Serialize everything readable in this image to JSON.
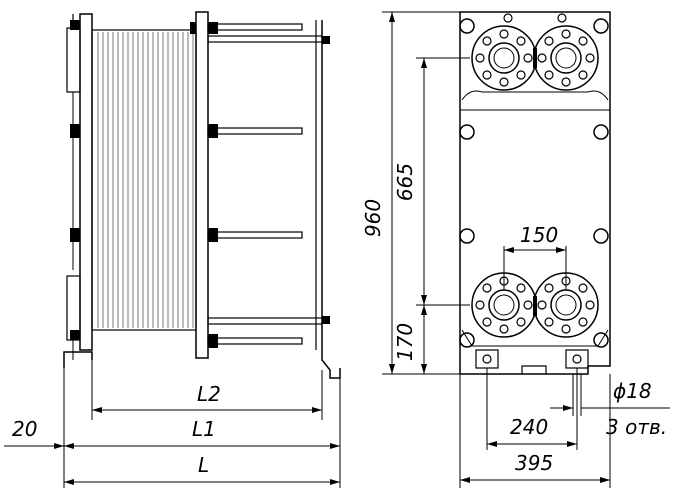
{
  "dimensions": {
    "side_view": {
      "l2": "L2",
      "l1": "L1",
      "l": "L",
      "offset": "20"
    },
    "front_view": {
      "height_total": "960",
      "height_ports": "665",
      "height_lower": "170",
      "port_spacing": "150",
      "foot_spacing": "240",
      "width_total": "395",
      "hole_diameter": "ϕ18",
      "hole_count": "3 отв."
    }
  }
}
